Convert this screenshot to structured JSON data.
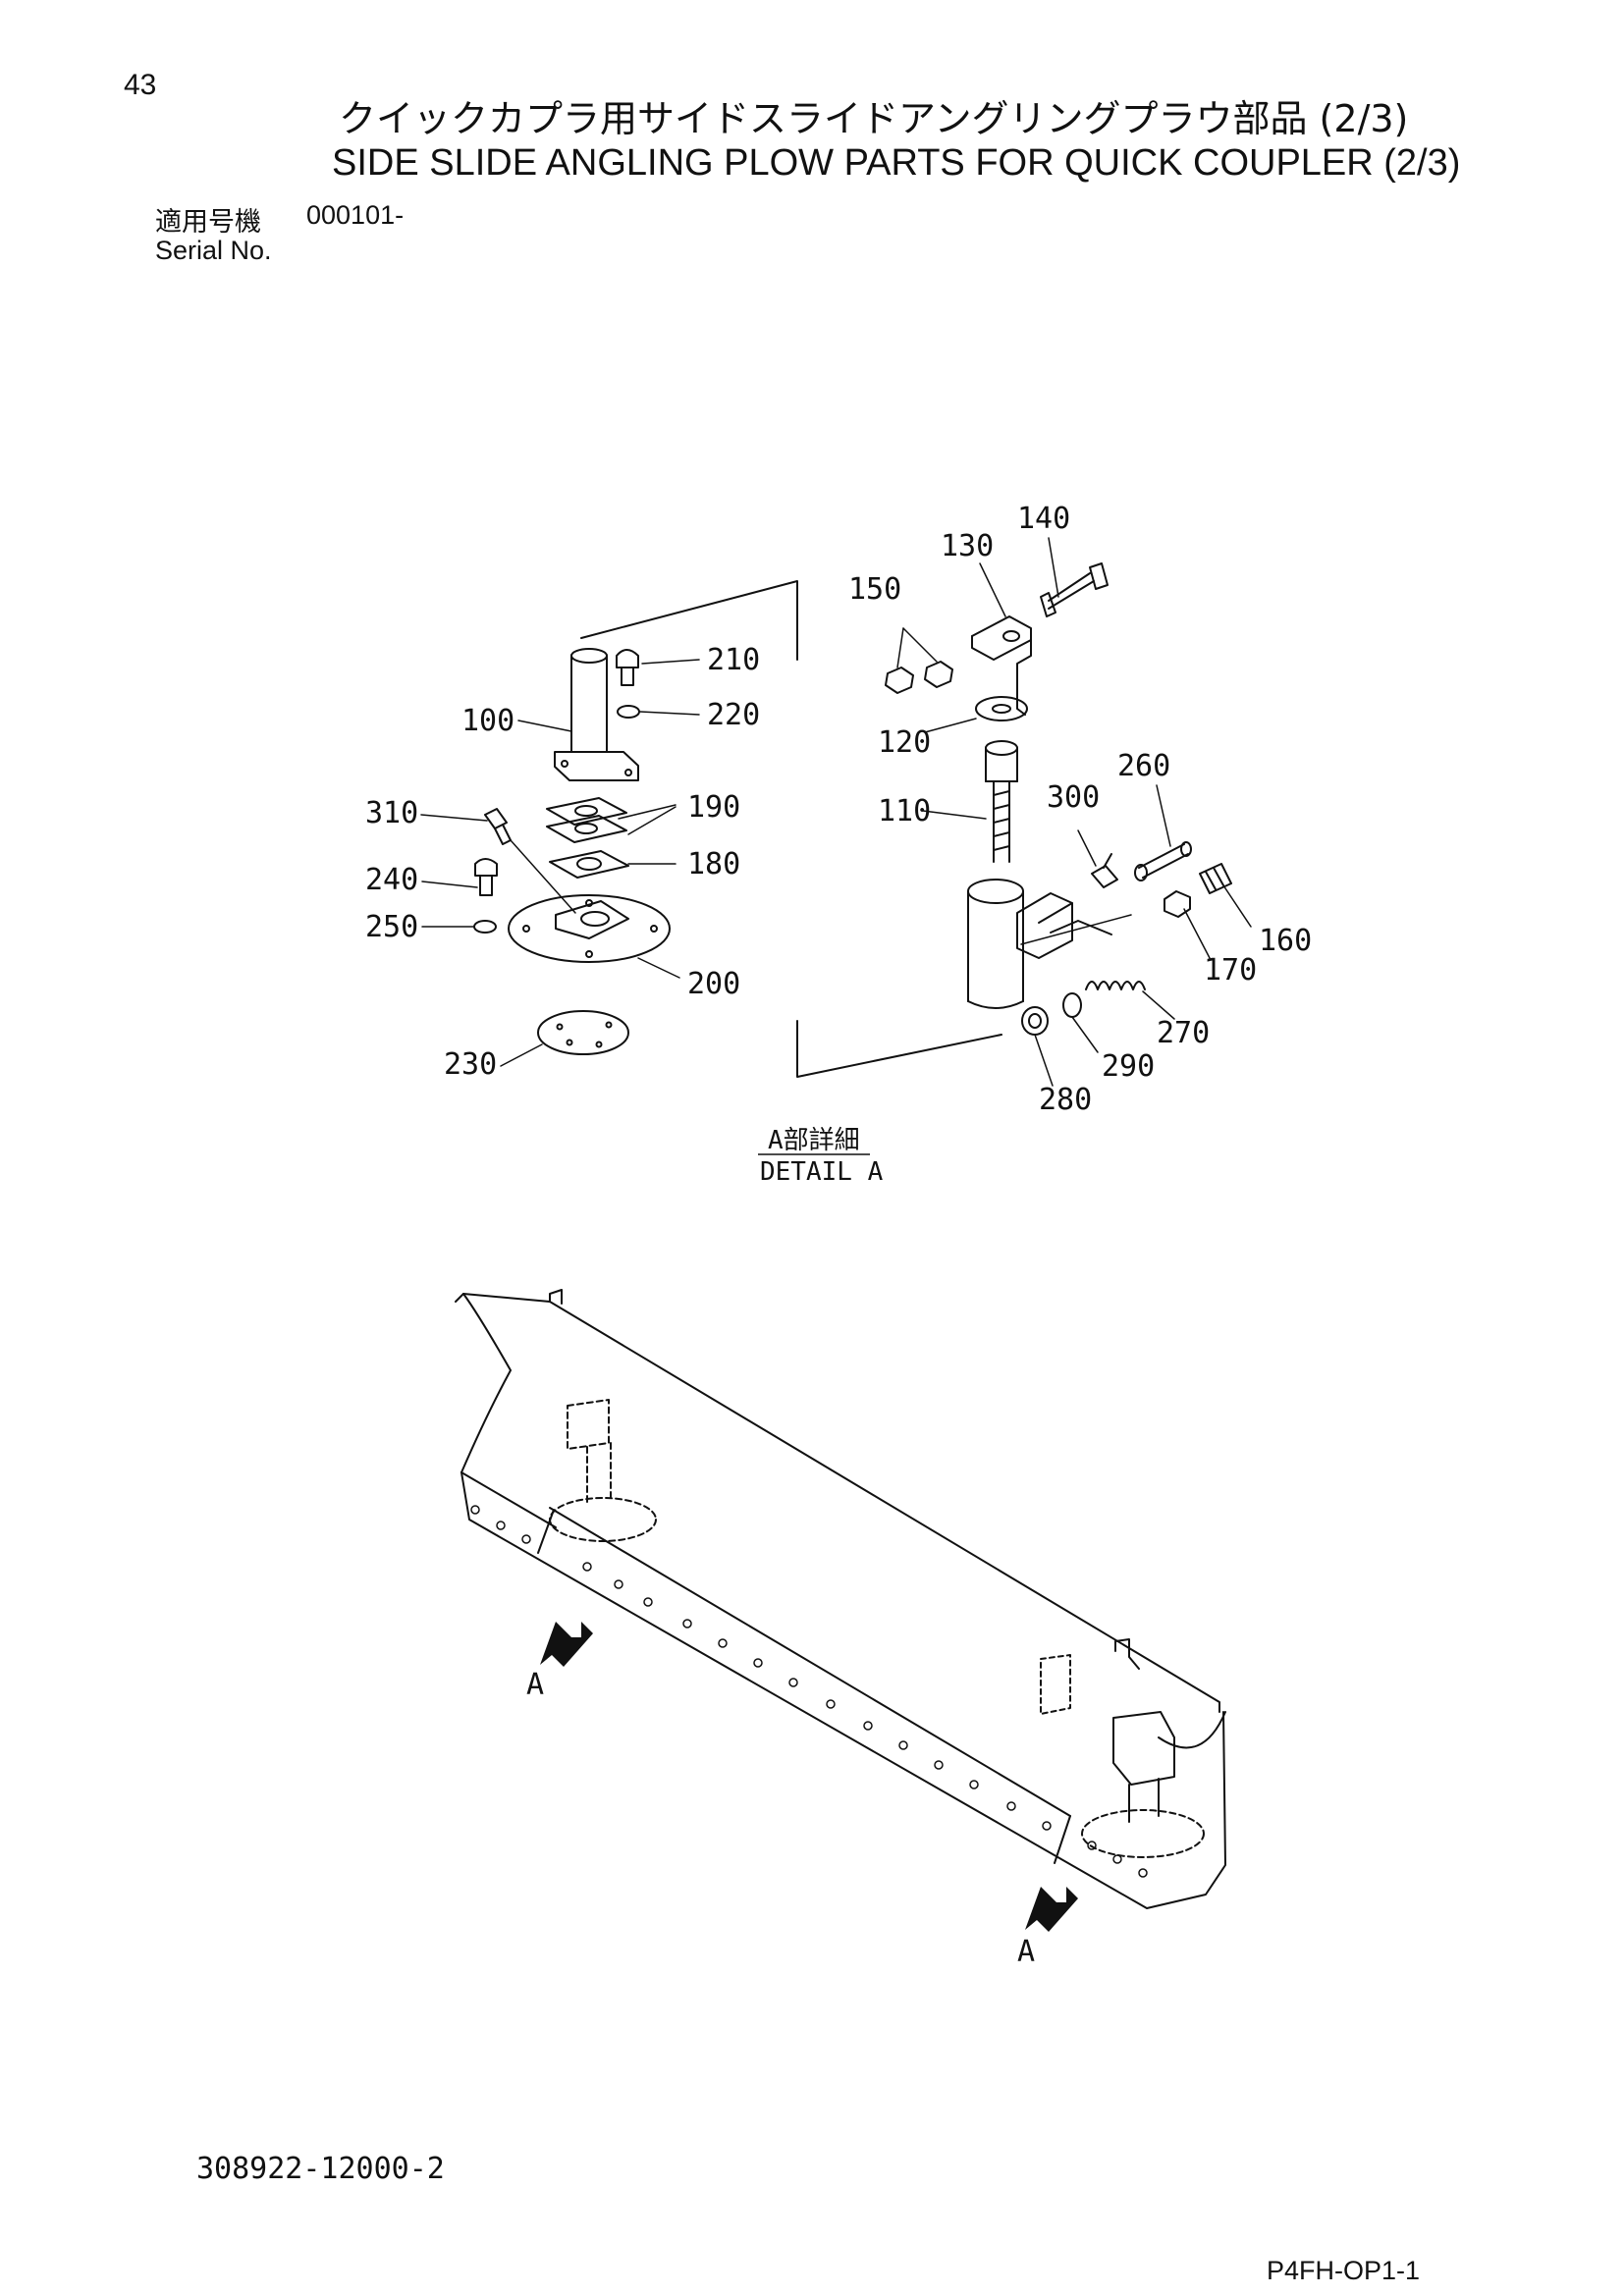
{
  "header": {
    "page_number": "43",
    "title_jp": "クイックカプラ用サイドスライドアングリングプラウ部品 (2/3)",
    "title_en": "SIDE SLIDE ANGLING PLOW PARTS FOR QUICK COUPLER (2/3)",
    "serial_label_jp": "適用号機",
    "serial_value": "000101-",
    "serial_label_en": "Serial No."
  },
  "detail": {
    "label_jp": "A部詳細",
    "label_en": "DETAIL A",
    "callouts": [
      "100",
      "110",
      "120",
      "130",
      "140",
      "150",
      "160",
      "170",
      "180",
      "190",
      "200",
      "210",
      "220",
      "230",
      "240",
      "250",
      "260",
      "270",
      "280",
      "290",
      "300",
      "310"
    ]
  },
  "overview": {
    "arrow_label_1": "A",
    "arrow_label_2": "A"
  },
  "footer": {
    "document_number": "308922-12000-2",
    "page_code": "P4FH-OP1-1"
  }
}
